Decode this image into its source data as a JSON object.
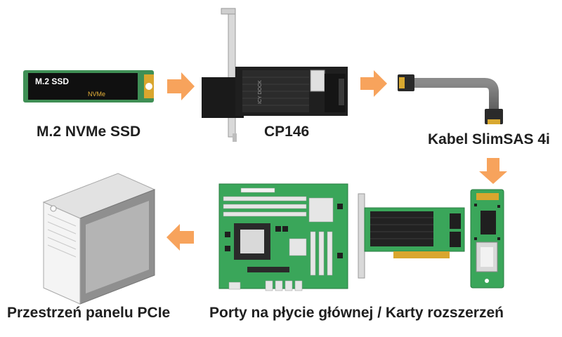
{
  "labels": {
    "ssd": "M.2 NVMe SSD",
    "cp146": "CP146",
    "cable": "Kabel SlimSAS 4i",
    "chassis": "Przestrzeń panelu PCIe",
    "ports": "Porty na płycie głównej / Karty rozszerzeń"
  },
  "ssd_sticker": {
    "title": "M.2 SSD",
    "subtitle": "NVMe"
  },
  "card_brand": "ICY DOCK",
  "colors": {
    "arrow": "#f7a35c",
    "pcb_green": "#3aa65a",
    "heatsink": "#222222",
    "ssd_gold": "#e8b339",
    "chassis_gray": "#cfcfcf"
  },
  "icons": [
    "arrow-right-icon",
    "arrow-down-icon",
    "arrow-left-icon"
  ]
}
